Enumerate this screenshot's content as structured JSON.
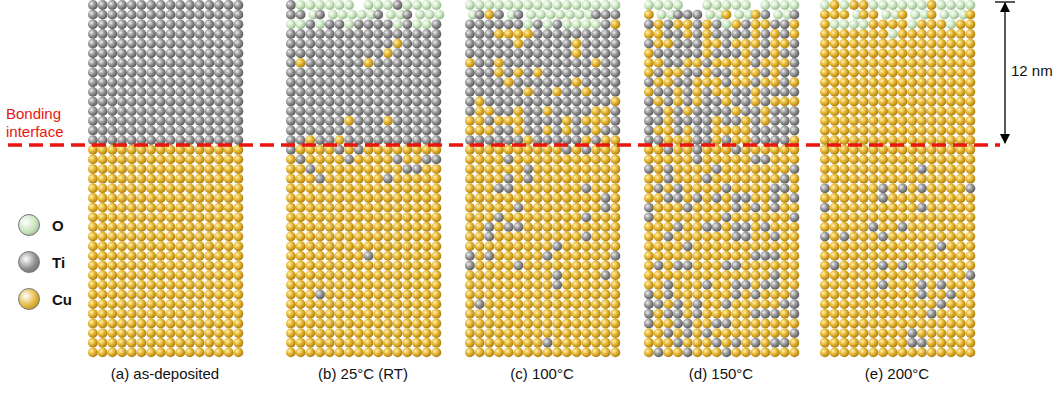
{
  "diagram": {
    "labels": [
      "Bonding interface",
      "12 nm",
      "(a) as-deposited",
      "(b) 25°C (RT)",
      "(c) 100°C",
      "(d) 150°C",
      "(e) 200°C"
    ],
    "legend": [
      {
        "text": "O",
        "color": "#c5e3bb"
      },
      {
        "text": "Ti",
        "color": "#8c8c8c"
      },
      {
        "text": "Cu",
        "color": "#e2b53a"
      }
    ]
  }
}
